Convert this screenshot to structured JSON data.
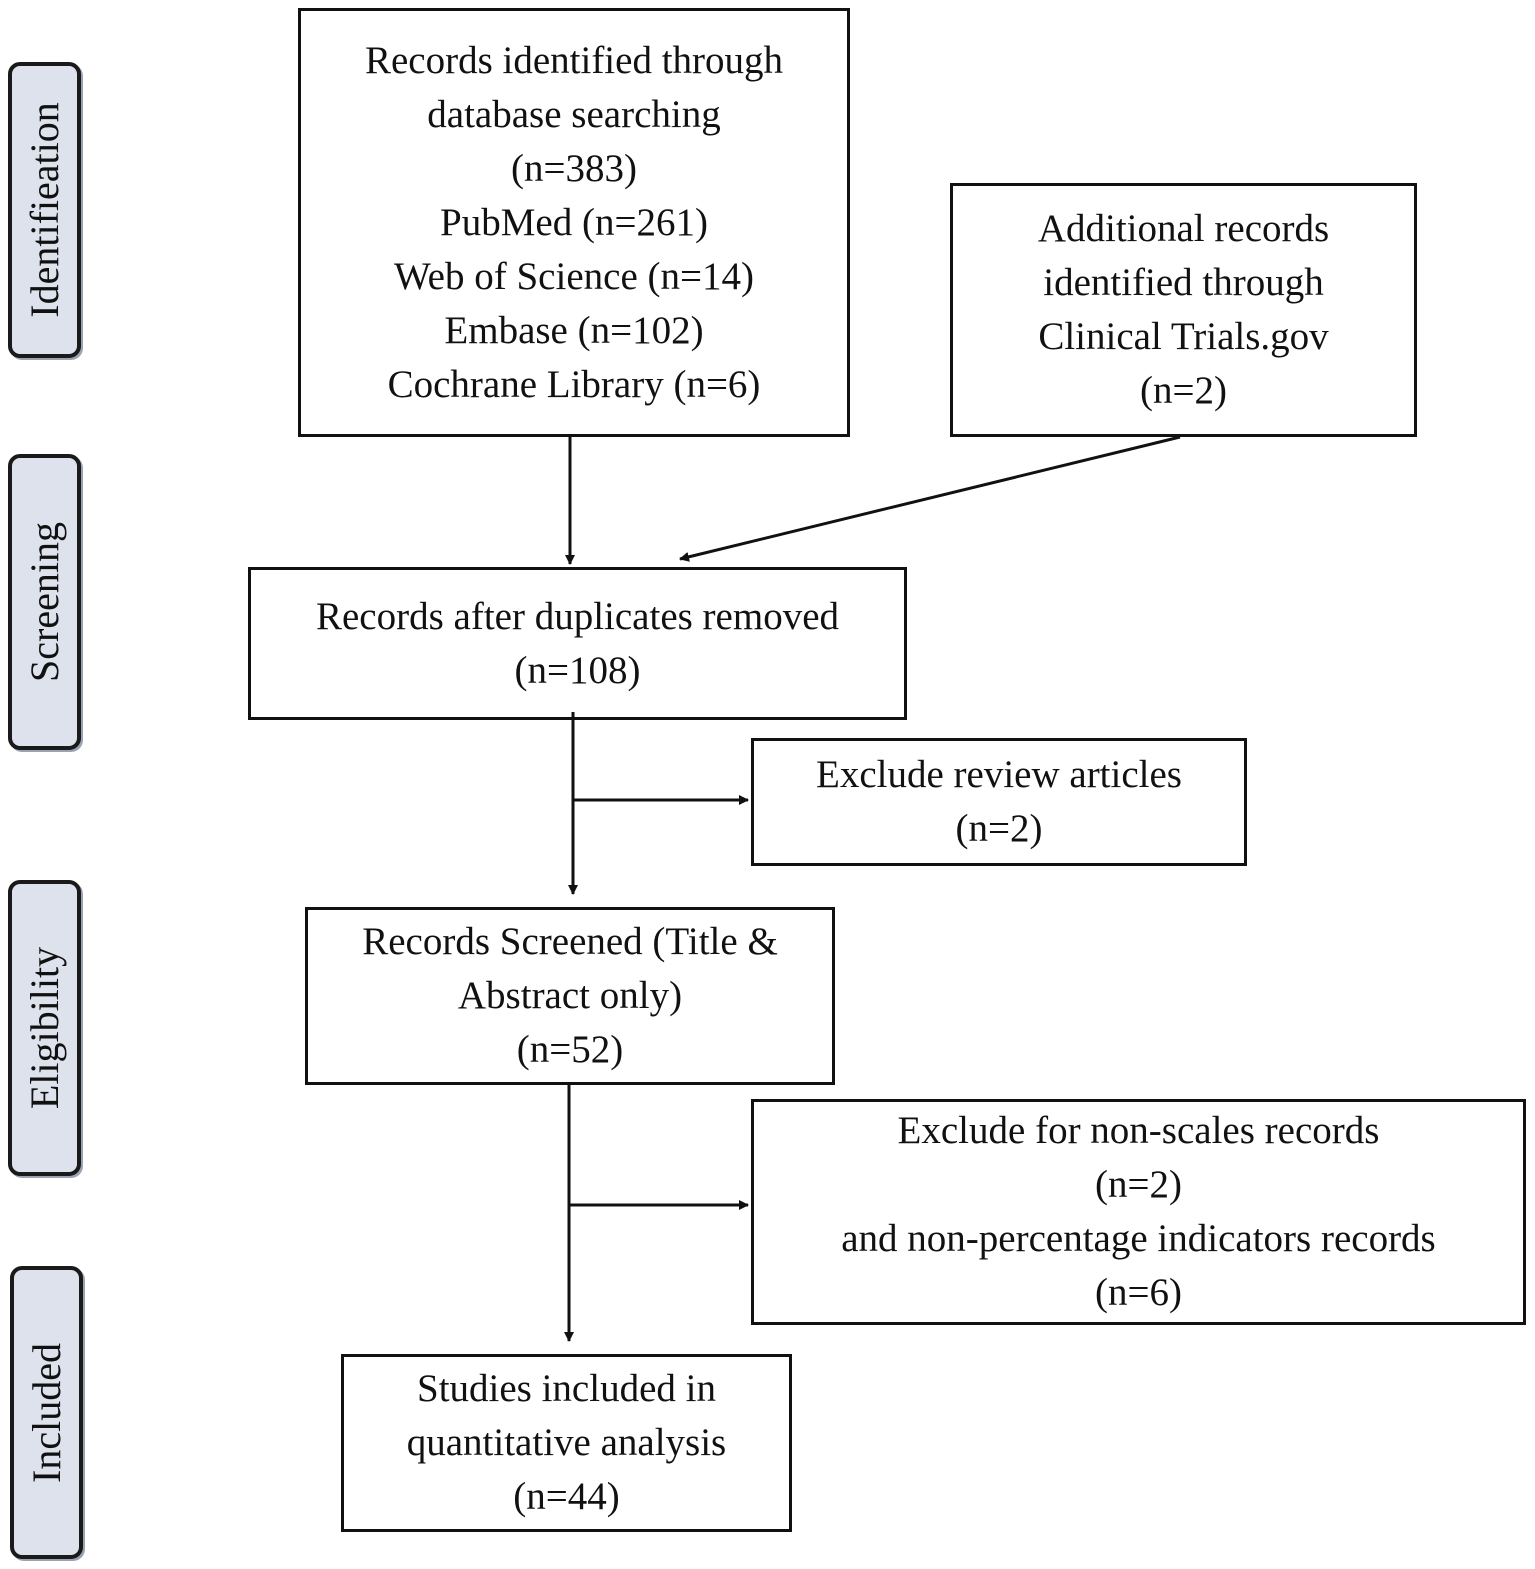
{
  "stages": {
    "identification": "Identifieation",
    "screening": "Screening",
    "eligibility": "Eligibility",
    "included": "Included"
  },
  "boxes": {
    "database_search": {
      "lines": [
        "Records identified through",
        "database searching",
        "(n=383)",
        "PubMed (n=261)",
        "Web of Science (n=14)",
        "Embase (n=102)",
        "Cochrane Library (n=6)"
      ]
    },
    "additional_records": {
      "lines": [
        "Additional records",
        "identified through",
        "Clinical Trials.gov",
        "(n=2)"
      ]
    },
    "duplicates_removed": {
      "lines": [
        "Records after duplicates removed",
        "(n=108)"
      ]
    },
    "exclude_reviews": {
      "lines": [
        "Exclude review articles",
        "(n=2)"
      ]
    },
    "records_screened": {
      "lines": [
        "Records Screened (Title &",
        "Abstract only)",
        "(n=52)"
      ]
    },
    "exclude_non_scales": {
      "lines": [
        "Exclude for non-scales records",
        "(n=2)",
        "and non-percentage indicators records",
        "(n=6)"
      ]
    },
    "studies_included": {
      "lines": [
        "Studies included in",
        "quantitative analysis",
        "(n=44)"
      ]
    }
  },
  "colors": {
    "stage_fill": "#dde2ec",
    "stroke": "#111111",
    "background": "#ffffff"
  }
}
